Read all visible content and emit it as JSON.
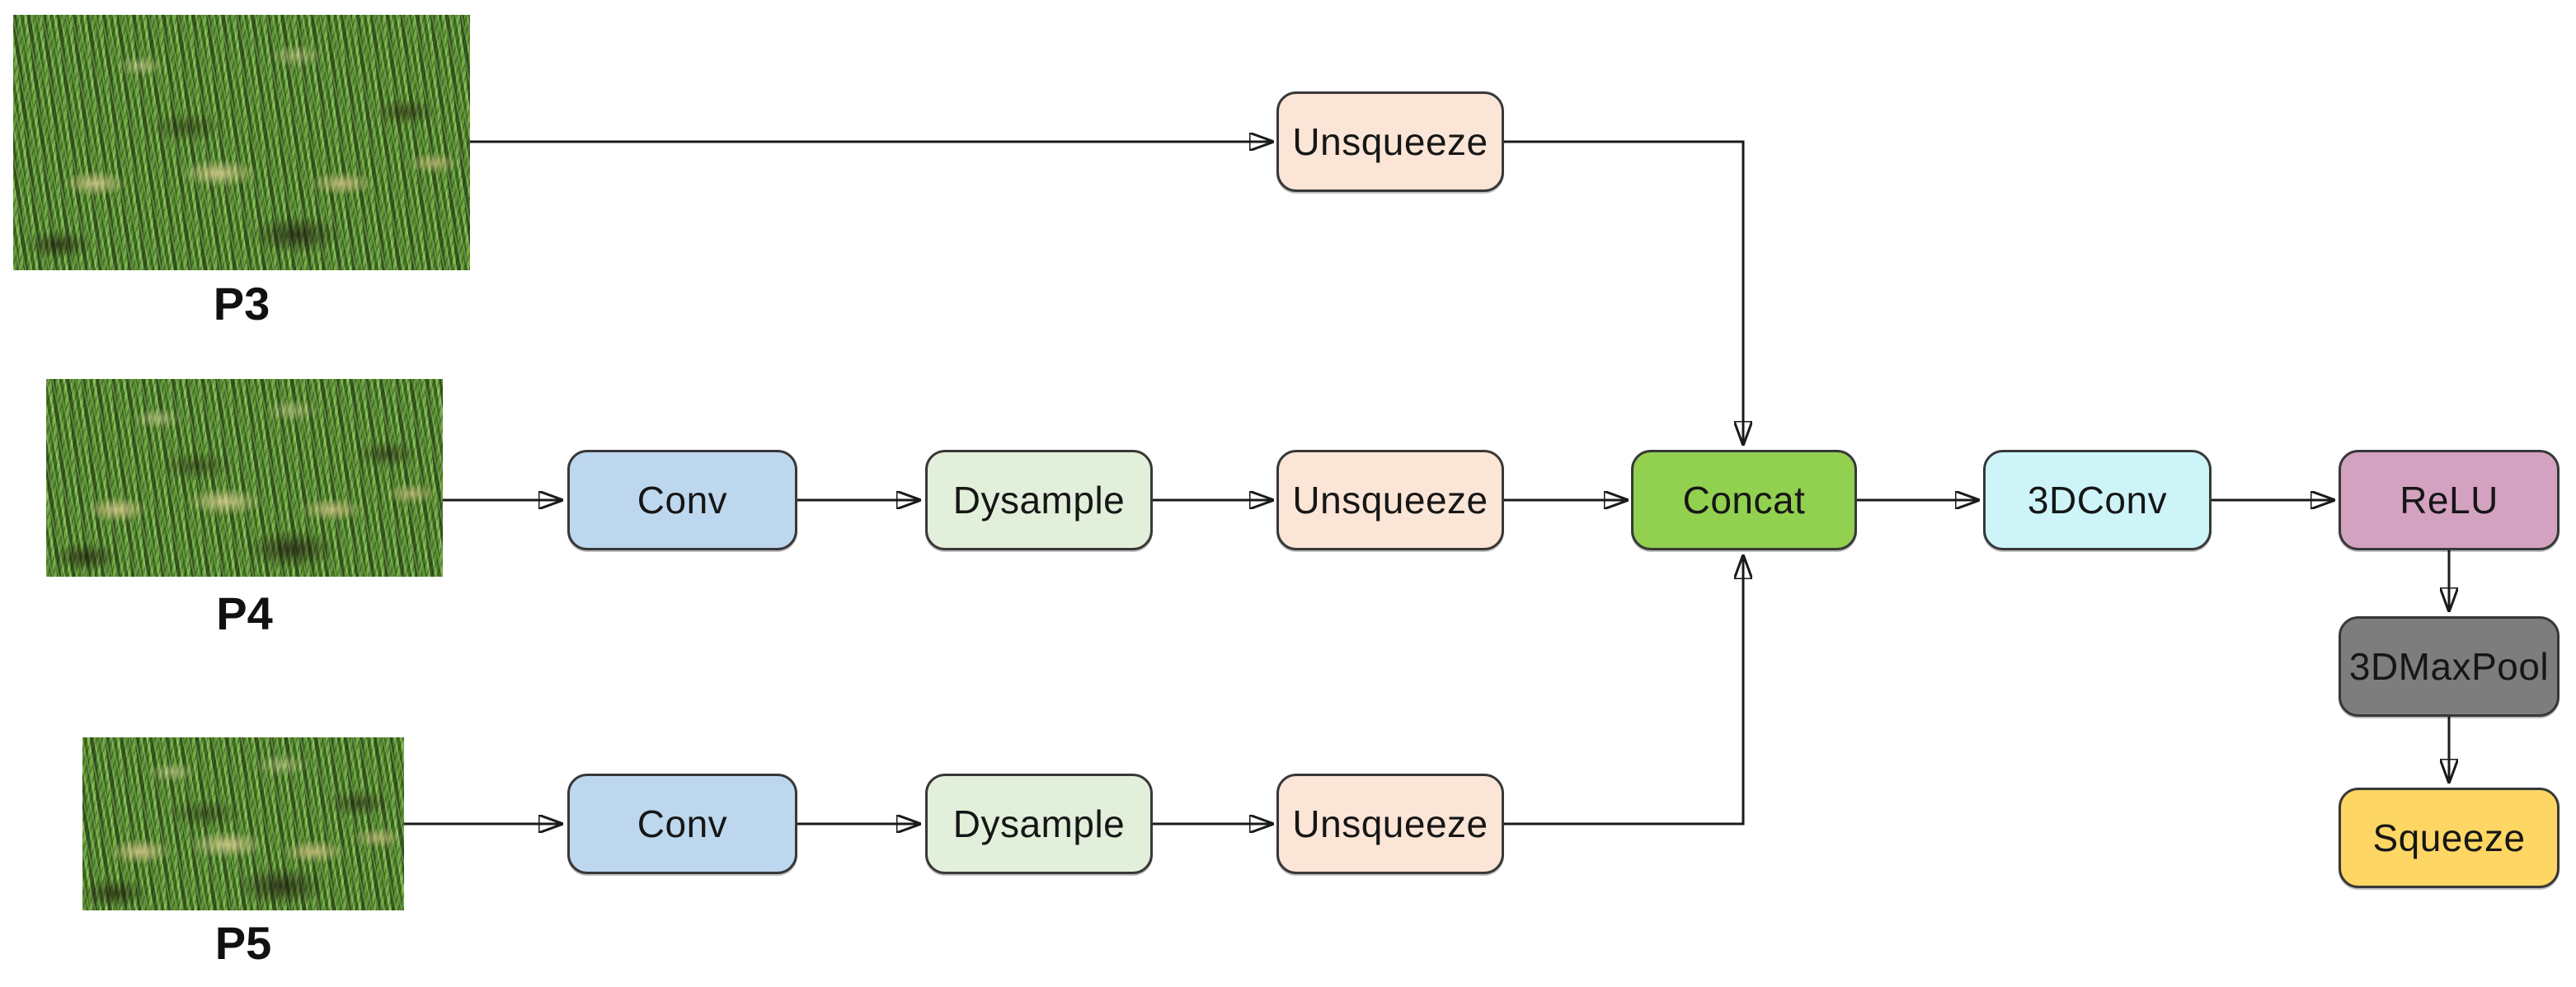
{
  "diagram": {
    "title_hint": "Feature fusion module: P3/P4/P5 feature maps fused via Unsqueeze-Concat-3DConv pipeline",
    "inputs": [
      {
        "id": "p3",
        "label": "P3"
      },
      {
        "id": "p4",
        "label": "P4"
      },
      {
        "id": "p5",
        "label": "P5"
      }
    ],
    "nodes": [
      {
        "id": "unsqueeze-p3",
        "label": "Unsqueeze",
        "fill": "#fbe5d6"
      },
      {
        "id": "conv-p4",
        "label": "Conv",
        "fill": "#bdd7ee"
      },
      {
        "id": "dysample-p4",
        "label": "Dysample",
        "fill": "#e2efda"
      },
      {
        "id": "unsqueeze-p4",
        "label": "Unsqueeze",
        "fill": "#fbe5d6"
      },
      {
        "id": "concat",
        "label": "Concat",
        "fill": "#92d050"
      },
      {
        "id": "conv3d",
        "label": "3DConv",
        "fill": "#cdf5f8"
      },
      {
        "id": "relu",
        "label": "ReLU",
        "fill": "#d3a2c0"
      },
      {
        "id": "maxpool3d",
        "label": "3DMaxPool",
        "fill": "#7d7d7d"
      },
      {
        "id": "squeeze",
        "label": "Squeeze",
        "fill": "#fdd663"
      },
      {
        "id": "conv-p5",
        "label": "Conv",
        "fill": "#bdd7ee"
      },
      {
        "id": "dysample-p5",
        "label": "Dysample",
        "fill": "#e2efda"
      },
      {
        "id": "unsqueeze-p5",
        "label": "Unsqueeze",
        "fill": "#fbe5d6"
      }
    ],
    "edges": [
      "P3 -> Unsqueeze",
      "Unsqueeze(P3) -> Concat",
      "P4 -> Conv -> Dysample -> Unsqueeze -> Concat",
      "P5 -> Conv -> Dysample -> Unsqueeze -> Concat",
      "Concat -> 3DConv -> ReLU -> 3DMaxPool -> Squeeze"
    ],
    "colors": {
      "arrow": "#1a1a1a",
      "node_border": "#383838",
      "node_text": "#161616",
      "background": "#ffffff"
    }
  }
}
